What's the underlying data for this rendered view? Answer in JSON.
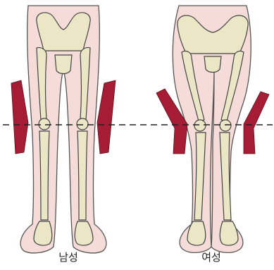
{
  "figure": {
    "panels": [
      {
        "label": "남성",
        "pose": "straight-legs"
      },
      {
        "label": "여성",
        "pose": "knees-inward"
      }
    ]
  },
  "colors": {
    "skin": "#f5dcd8",
    "outline": "#555555",
    "bone": "#ebe6c6",
    "bone_outline": "#444444",
    "marker": "#a51c34",
    "axis_line": "#222222",
    "background": "#ffffff"
  }
}
